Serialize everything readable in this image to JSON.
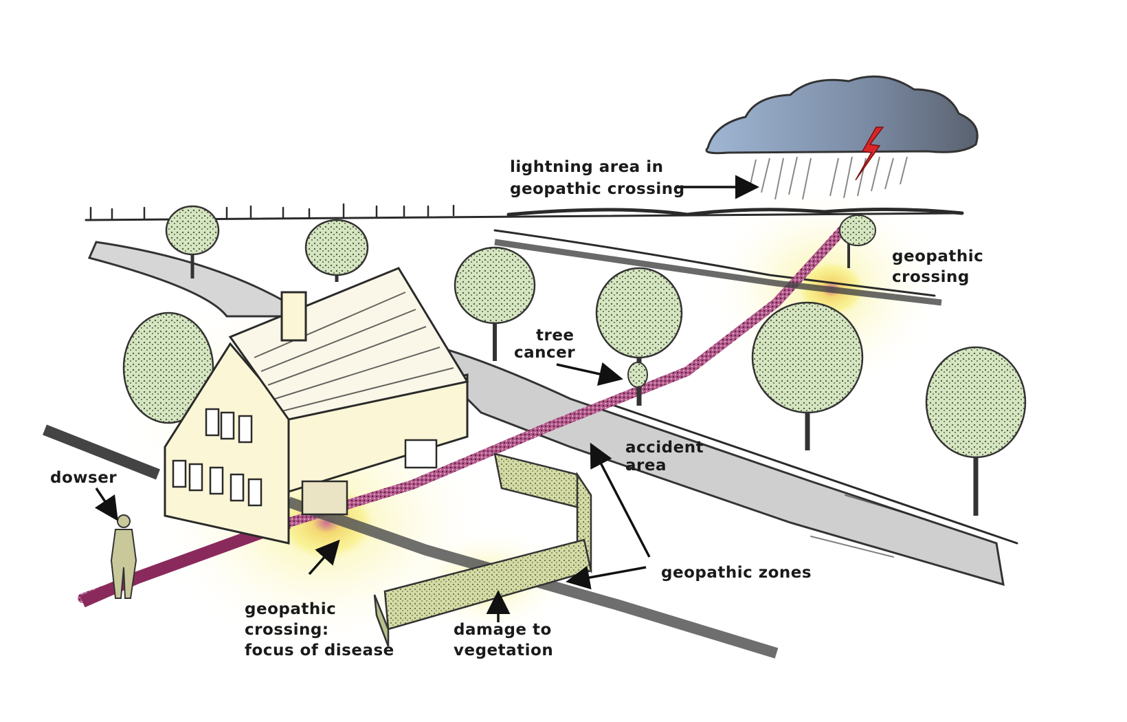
{
  "labels": {
    "lightning": [
      "lightning area in",
      "geopathic crossing"
    ],
    "crossing_right": [
      "geopathic",
      "crossing"
    ],
    "tree_cancer": [
      "tree",
      "cancer"
    ],
    "accident": [
      "accident",
      "area"
    ],
    "dowser": "dowser",
    "zones": "geopathic zones",
    "disease": [
      "geopathic",
      "crossing:",
      "focus of disease"
    ],
    "vegetation": [
      "damage to",
      "vegetation"
    ]
  },
  "colors": {
    "glow": "#f7ef7a",
    "glow_core": "#c0508a",
    "zone_band": "#8a2a5c",
    "cloud": "#8fa6c4",
    "cloud_dark": "#5e6776",
    "lightning": "#d8262b",
    "foliage": "#cfe0b6",
    "road": "#c9c9c9",
    "house_wall": "#fbf6d6"
  },
  "icons": [
    "cloud-icon",
    "lightning-bolt-icon",
    "tree-icon",
    "house-icon",
    "dowser-figure-icon",
    "hedge-icon"
  ]
}
